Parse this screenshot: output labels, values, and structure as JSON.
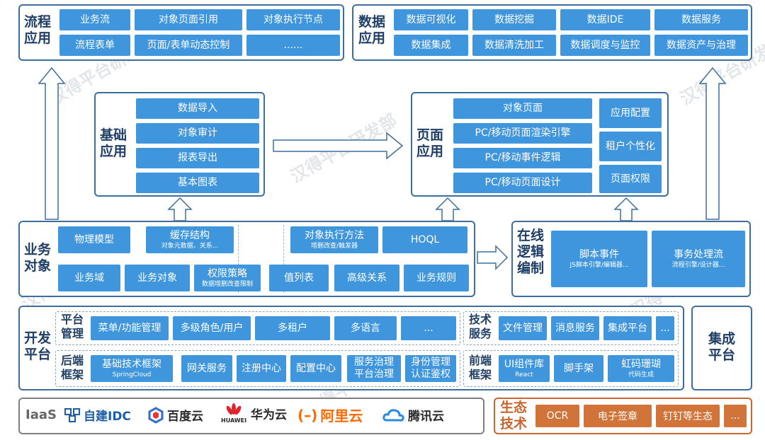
{
  "process_app": {
    "title": "流程应用",
    "items": [
      "业务流",
      "对象页面引用",
      "对象执行节点",
      "流程表单",
      "页面/表单动态控制",
      "......"
    ]
  },
  "data_app": {
    "title": "数据应用",
    "items": [
      "数据可视化",
      "数据挖掘",
      "数据IDE",
      "数据服务",
      "数据集成",
      "数据清洗加工",
      "数据调度与监控",
      "数据资产与治理"
    ]
  },
  "basic_app": {
    "title": "基础应用",
    "items": [
      "数据导入",
      "对象审计",
      "报表导出",
      "基本图表"
    ]
  },
  "page_app": {
    "title": "页面应用",
    "left_items": [
      "对象页面",
      "PC/移动页面渲染引擎",
      "PC/移动事件逻辑",
      "PC/移动页面设计"
    ],
    "right_items": [
      "应用配置",
      "租户个性化",
      "页面权限"
    ]
  },
  "business_object": {
    "title": "业务对象",
    "physical_model": "物理模型",
    "cache": {
      "label": "缓存结构",
      "sub": "对象元数据、关系..."
    },
    "exec_method": {
      "label": "对象执行方法",
      "sub": "增删改查/触发器"
    },
    "hoql": "HOQL",
    "domain": "业务域",
    "obj": "业务对象",
    "perm": {
      "label": "权限策略",
      "sub": "数据增删改查限制"
    },
    "value_list": "值列表",
    "adv_rel": "高级关系",
    "rules": "业务规则"
  },
  "online_logic": {
    "title": "在线逻辑编制",
    "script": {
      "label": "脚本事件",
      "sub": "JS脚本引擎/编辑器..."
    },
    "tx": {
      "label": "事务处理流",
      "sub": "流程引擎/设计器..."
    }
  },
  "dev_platform": {
    "title": "开发平台",
    "platform_mgmt": {
      "title": "平台管理",
      "items": [
        "菜单/功能管理",
        "多级角色/用户",
        "多租户",
        "多语言",
        "..."
      ]
    },
    "tech_service": {
      "title": "技术服务",
      "items": [
        "文件管理",
        "消息服务",
        "集成平台",
        "..."
      ]
    },
    "backend": {
      "title": "后端框架",
      "framework": {
        "label": "基础技术框架",
        "sub": "SpringCloud"
      },
      "items": [
        "网关服务",
        "注册中心",
        "配置中心"
      ],
      "gov": {
        "label": "服务治理",
        "sub": "平台治理"
      },
      "auth": {
        "label": "身份管理",
        "sub": "认证鉴权"
      }
    },
    "frontend": {
      "title": "前端框架",
      "ui": {
        "label": "UI组件库",
        "sub": "React"
      },
      "scaffold": "脚手架",
      "rainbow": {
        "label": "虹码珊瑚",
        "sub": "代码生成"
      }
    }
  },
  "integration": {
    "title": "集成平台"
  },
  "infra": {
    "iaas": "IaaS",
    "logos": [
      "自建IDC",
      "百度云",
      "华为云",
      "阿里云",
      "腾讯云"
    ],
    "huawei_small": "HUAWEI"
  },
  "ecosystem": {
    "title": "生态技术",
    "items": [
      "OCR",
      "电子签章",
      "钉钉等生态",
      "..."
    ]
  },
  "watermark": "汉得平台研发部",
  "colors": {
    "box": "#3f96dc",
    "border": "#3f6e9e",
    "title": "#1f3f66",
    "orange": "#d0743a",
    "orange_border": "#c8662e"
  }
}
